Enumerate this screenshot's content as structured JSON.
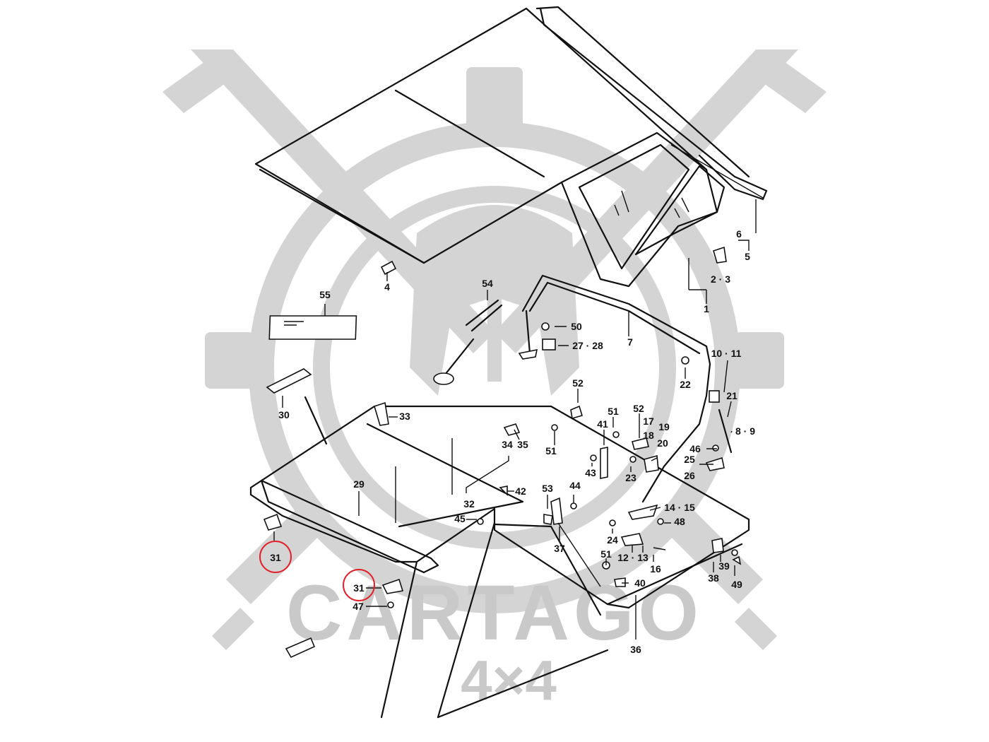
{
  "watermark": {
    "brand": "CARTAGO",
    "sub": "4×4"
  },
  "colors": {
    "line": "#111111",
    "watermark": "#d4d4d4",
    "highlight": "#e0212b"
  },
  "callouts": {
    "c1": "1",
    "c2": "2 · 3",
    "c4": "4",
    "c5": "5",
    "c6": "6",
    "c7": "7",
    "c8": "8 · 9",
    "c10": "10 · 11",
    "c12": "12 · 13",
    "c14": "14 · 15",
    "c16": "16",
    "c17": "17",
    "c18": "18",
    "c19": "19",
    "c20": "20",
    "c21": "21",
    "c22": "22",
    "c23": "23",
    "c24": "24",
    "c25": "25",
    "c26": "26",
    "c27": "27 · 28",
    "c29": "29",
    "c30": "30",
    "c31a": "31",
    "c31b": "31",
    "c32": "32",
    "c33": "33",
    "c34": "34",
    "c35": "35",
    "c36": "36",
    "c37": "37",
    "c38": "38",
    "c39": "39",
    "c40": "40",
    "c41": "41",
    "c42": "42",
    "c43": "43",
    "c44": "44",
    "c45": "45",
    "c46": "46",
    "c47": "47",
    "c48": "48",
    "c49": "49",
    "c50": "50",
    "c51a": "51",
    "c51b": "51",
    "c51c": "51",
    "c52a": "52",
    "c52b": "52",
    "c53": "53",
    "c54": "54",
    "c55": "55"
  }
}
